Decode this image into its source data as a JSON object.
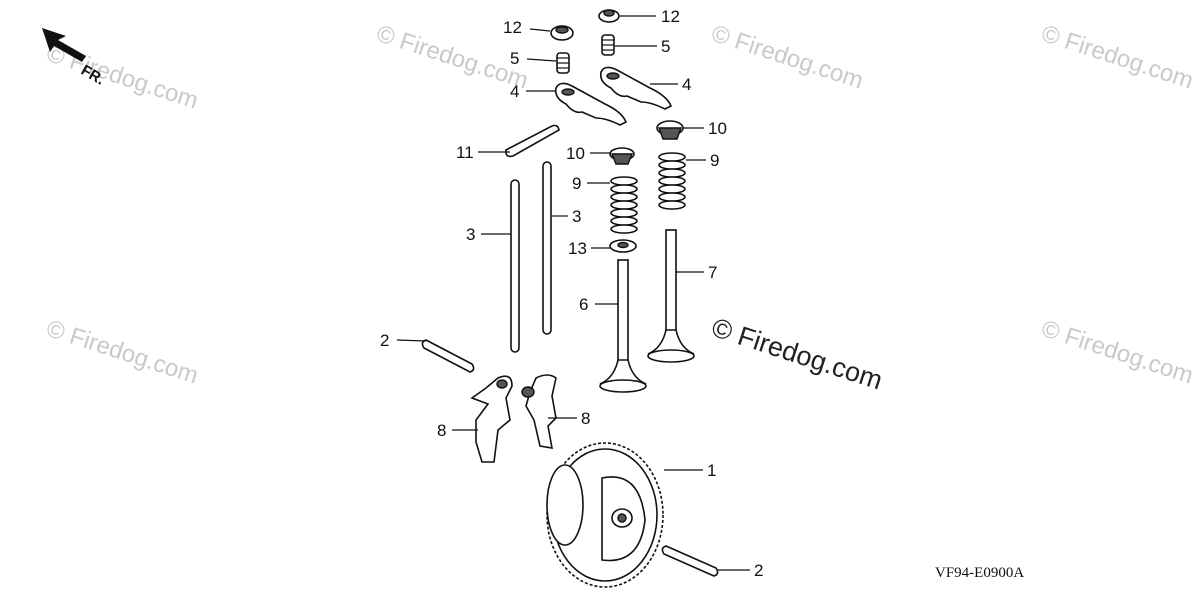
{
  "diagram": {
    "direction_label": "FR.",
    "drawing_code": "VF94-E0900A",
    "watermark_main": "© Firedog.com",
    "watermark_faint": "© Firedog.com",
    "callouts": [
      "1",
      "2",
      "2",
      "3",
      "3",
      "4",
      "4",
      "5",
      "5",
      "6",
      "7",
      "8",
      "8",
      "9",
      "9",
      "10",
      "10",
      "11",
      "12",
      "12",
      "13"
    ]
  }
}
